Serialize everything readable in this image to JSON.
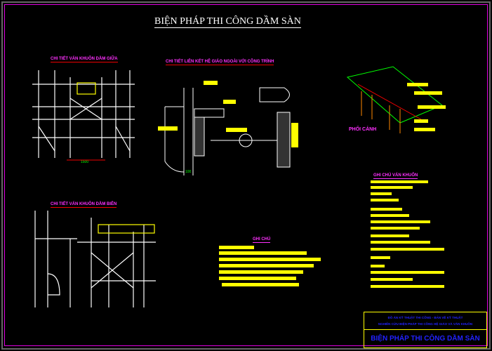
{
  "title": "BIỆN PHÁP THI CÔNG DẦM SÀN",
  "labels": {
    "middle_beam": "CHI TIẾT VÁN KHUÔN DẦM GIỮA",
    "connection": "CHI TIẾT LIÊN KẾT HỆ GIÁO NGOÀI VỚI CÔNG TRÌNH",
    "perspective": "PHỐI CẢNH",
    "formwork_notes": "GHI CHÚ VÁN KHUÔN",
    "edge_beam": "CHI TIẾT VÁN KHUÔN DẦM BIÊN",
    "notes": "GHI CHÚ"
  },
  "dimensions": {
    "span": "1500",
    "offset": "100"
  },
  "title_block": {
    "line1": "ĐỒ ÁN KỸ THUẬT THI CÔNG - BẢN VẼ KỸ THUẬT",
    "line2": "NGHIÊN CỨU BIỆN PHÁP THI CÔNG HỆ GIÁO VÀ VÁN KHUÔN",
    "drawing_name": "BIỆN PHÁP THI CÔNG DẦM SÀN"
  },
  "colors": {
    "frame": "#e000e0",
    "text_blocks": "#ffff00",
    "title_block": "#2222ff"
  }
}
